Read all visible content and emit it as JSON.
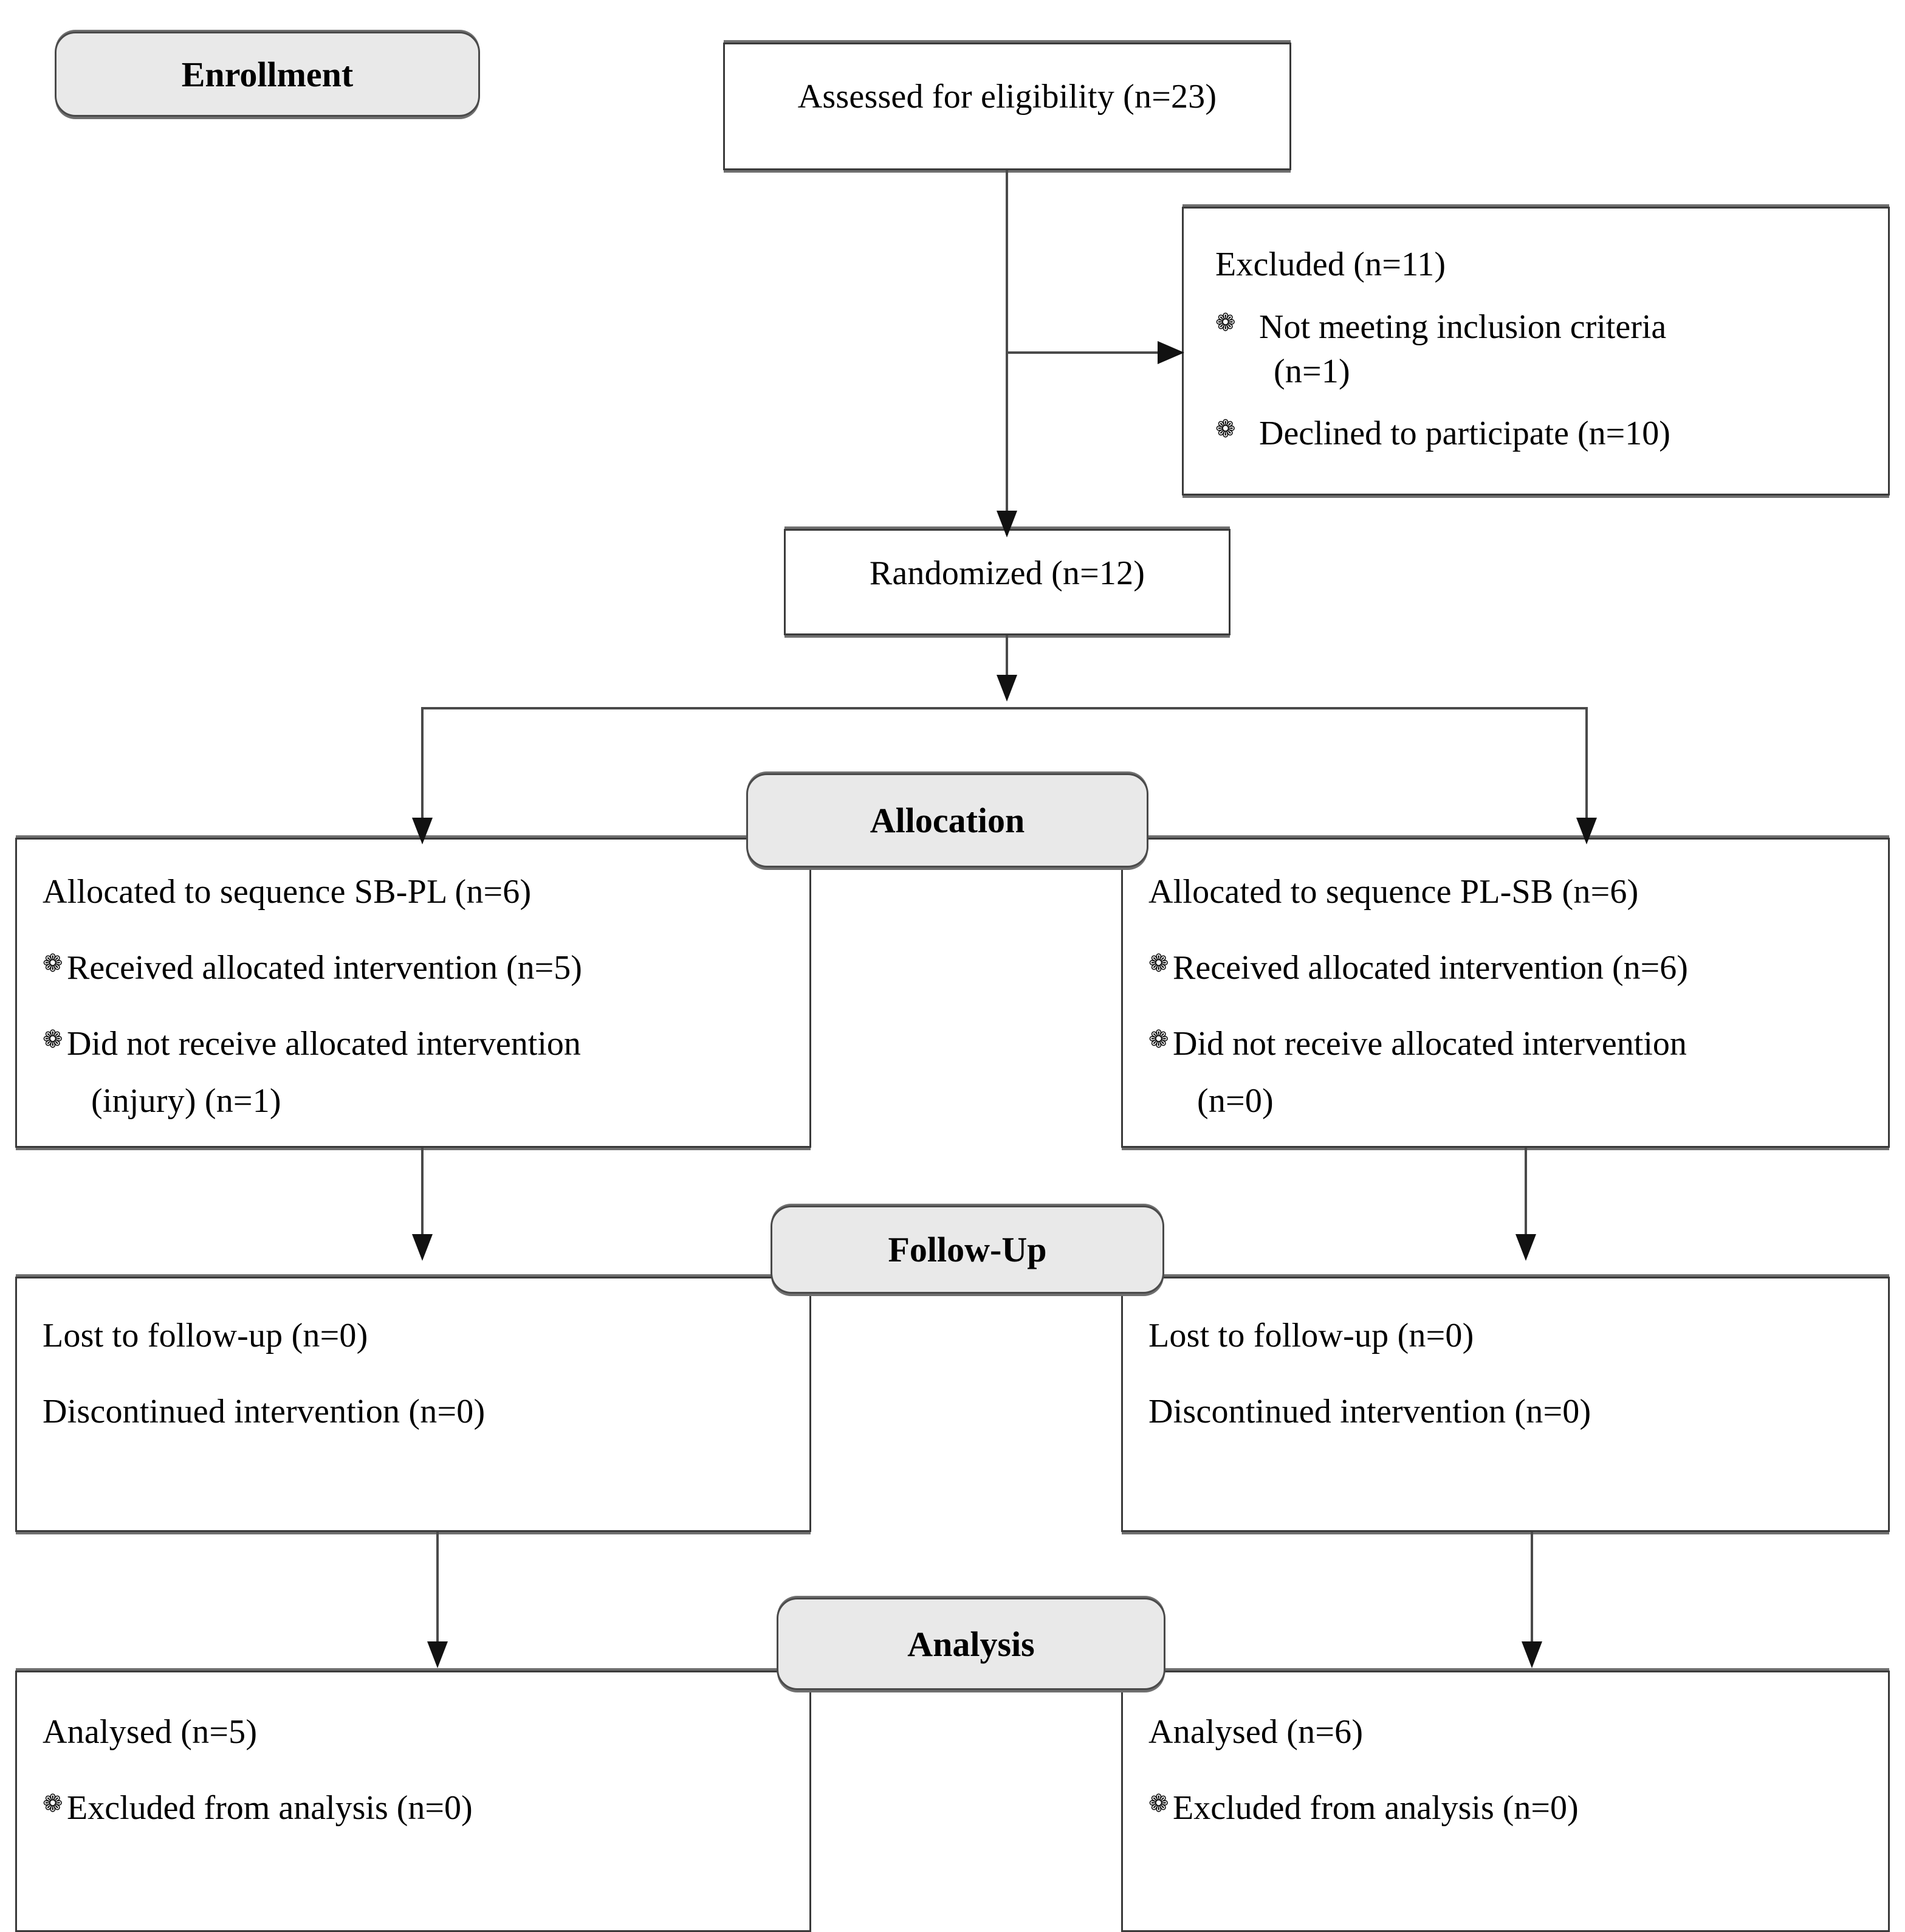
{
  "diagram": {
    "title": "CONSORT participant flow diagram",
    "type": "consort-flowchart",
    "accent_fill": "#e9e9e9",
    "border_color": "#3a3a3a",
    "bullet_glyph": "❁"
  },
  "stages": {
    "enrollment": "Enrollment",
    "allocation": "Allocation",
    "followup": "Follow-Up",
    "analysis": "Analysis"
  },
  "enrollment": {
    "assessed": "Assessed for eligibility (n=23)",
    "excluded": {
      "heading": "Excluded  (n=11)",
      "items": [
        {
          "text": "Not meeting inclusion criteria",
          "cont": "(n=1)"
        },
        {
          "text": "Declined  to participate (n=10)",
          "cont": ""
        }
      ]
    },
    "randomized": "Randomized (n=12)"
  },
  "allocation": {
    "left": {
      "heading": "Allocated to sequence SB-PL (n=6)",
      "items": [
        {
          "text": "Received allocated intervention (n=5)",
          "cont": ""
        },
        {
          "text": "Did  not receive allocated intervention",
          "cont": "(injury) (n=1)"
        }
      ]
    },
    "right": {
      "heading": "Allocated to sequence PL-SB (n=6)",
      "items": [
        {
          "text": "Received allocated intervention (n=6)",
          "cont": ""
        },
        {
          "text": "Did  not receive allocated intervention",
          "cont": "(n=0)"
        }
      ]
    }
  },
  "followup": {
    "left": {
      "line1": "Lost to follow-up (n=0)",
      "line2": "Discontinued intervention (n=0)"
    },
    "right": {
      "line1": "Lost to follow-up (n=0)",
      "line2": "Discontinued intervention (n=0)"
    }
  },
  "analysis": {
    "left": {
      "heading": "Analysed (n=5)",
      "items": [
        {
          "text": "Excluded  from analysis (n=0)",
          "cont": ""
        }
      ]
    },
    "right": {
      "heading": "Analysed (n=6)",
      "items": [
        {
          "text": "Excluded  from analysis (n=0)",
          "cont": ""
        }
      ]
    }
  }
}
